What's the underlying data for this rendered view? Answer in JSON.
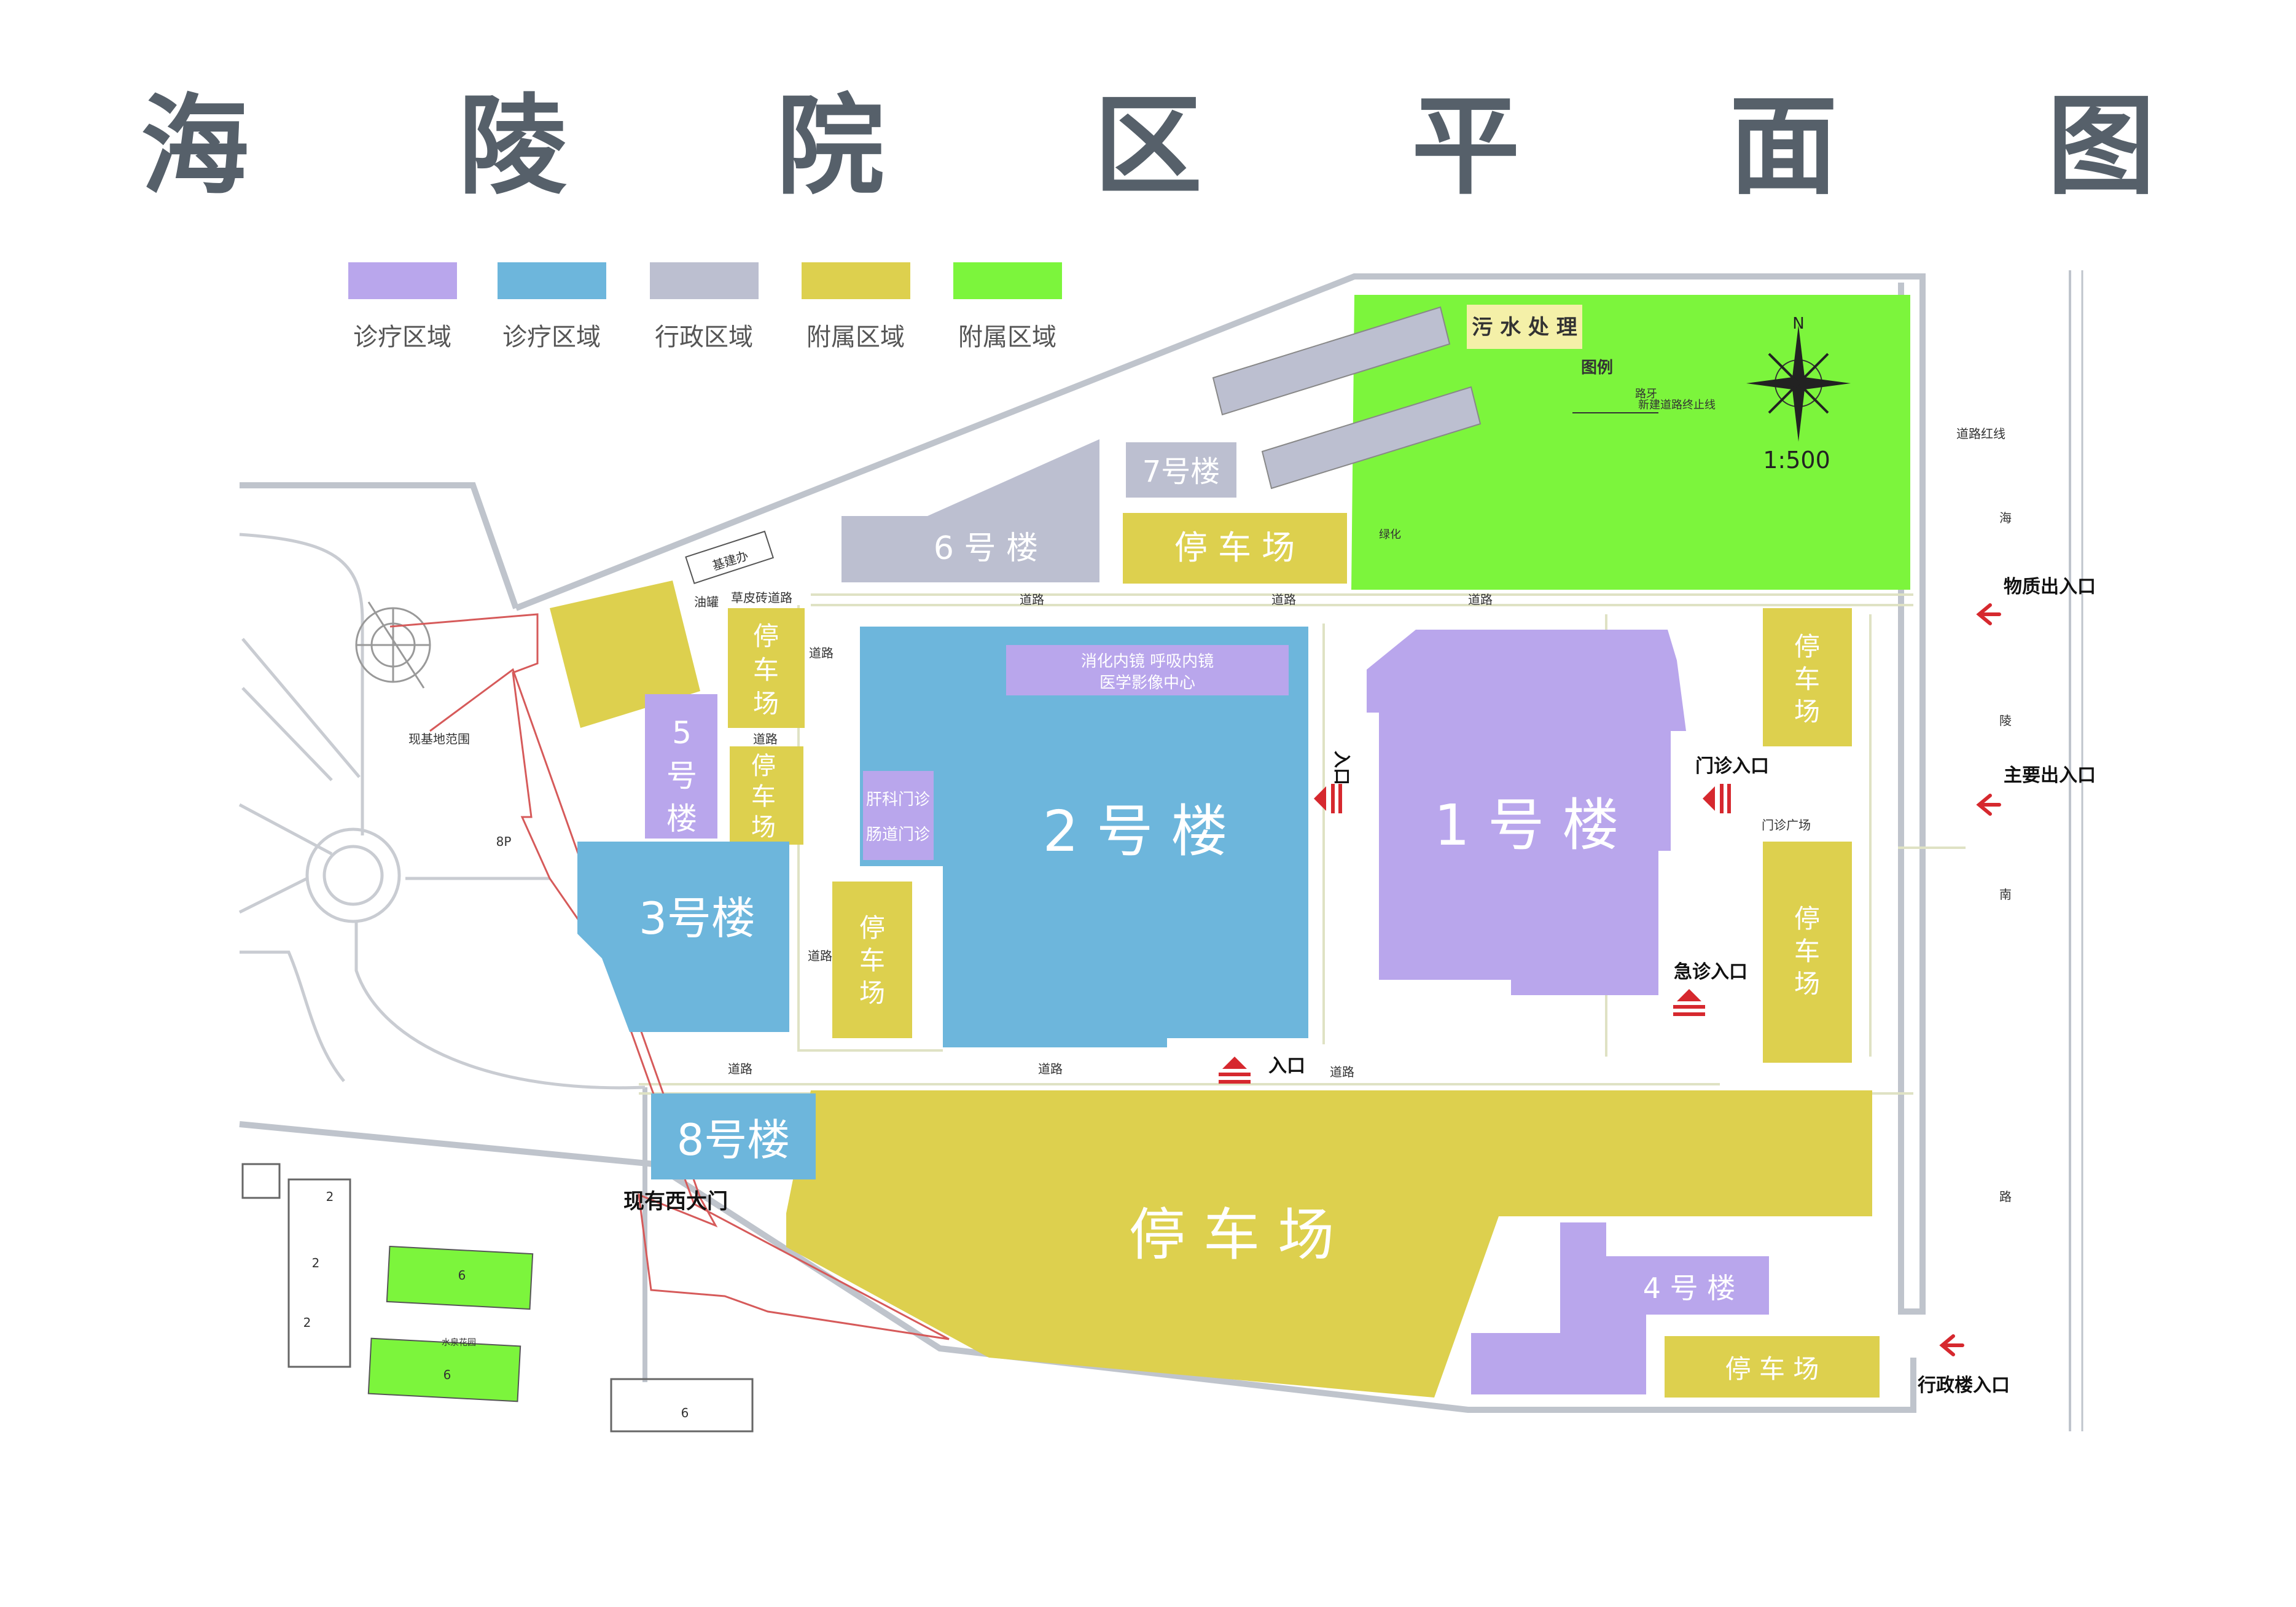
{
  "title": "海 陵 院 区 平 面 图",
  "colors": {
    "clinical_purple": "#b9a6ec",
    "clinical_blue": "#6db6dc",
    "admin_gray": "#bcbfd0",
    "ancillary_yellow": "#ddd04e",
    "ancillary_green": "#7cf53c",
    "entrance_red": "#d6282e"
  },
  "legend": [
    {
      "label": "诊疗区域",
      "color": "#b9a6ec"
    },
    {
      "label": "诊疗区域",
      "color": "#6db6dc"
    },
    {
      "label": "行政区域",
      "color": "#bcbfd0"
    },
    {
      "label": "附属区域",
      "color": "#ddd04e"
    },
    {
      "label": "附属区域",
      "color": "#7cf53c"
    }
  ],
  "buildings": {
    "b1": "1 号 楼",
    "b2": "2 号 楼",
    "b3": "3号楼",
    "b4": "4 号 楼",
    "b5": [
      "5",
      "号",
      "楼"
    ],
    "b6": "6 号 楼",
    "b7": "7号楼",
    "b8": "8号楼",
    "b2_tag1a": "消化内镜  呼吸内镜",
    "b2_tag1b": "医学影像中心",
    "b2_tag2a": "肝科门诊",
    "b2_tag2b": "肠道门诊"
  },
  "parking": {
    "label_h": "停 车 场",
    "big": "停 车 场",
    "v": [
      "停",
      "车",
      "场"
    ]
  },
  "green": {
    "sewage": "污 水 处 理",
    "legend_title": "图例",
    "legend_line1": "路牙",
    "legend_line2": "新建道路终止线",
    "scale": "1:500",
    "north": "N",
    "green_note": "绿化"
  },
  "entrances": {
    "material": "物质出入口",
    "main": "主要出入口",
    "admin": "行政楼入口",
    "outpatient": "门诊入口",
    "emergency": "急诊入口",
    "entry": "入口",
    "entry_v": "入口",
    "west_gate": "现有西大门"
  },
  "labels": {
    "road": "道路",
    "road_red": "道路红线",
    "hailing_road": [
      "海",
      "陵",
      "南",
      "路"
    ],
    "grass_road": "草皮砖道路",
    "oil": "油罐",
    "jijian": "基建办",
    "site_range": "现基地范围",
    "plaza": "门诊广场",
    "bp": "8P",
    "water_garden": "水泉花园",
    "n2": "2",
    "n6": "6"
  }
}
